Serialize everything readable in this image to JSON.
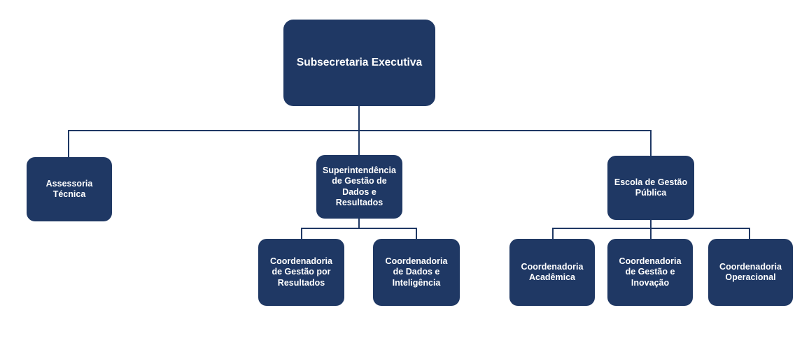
{
  "org_chart": {
    "root": {
      "label": "Subsecretaria Executiva"
    },
    "level2": [
      {
        "label": "Assessoria\nTécnica"
      },
      {
        "label": "Superintendência\nde Gestão de\nDados e\nResultados"
      },
      {
        "label": "Escola de Gestão\nPública"
      }
    ],
    "level3_superintendencia": [
      {
        "label": "Coordenadoria\nde Gestão por\nResultados"
      },
      {
        "label": "Coordenadoria\nde Dados e\nInteligência"
      }
    ],
    "level3_escola": [
      {
        "label": "Coordenadoria\nAcadêmica"
      },
      {
        "label": "Coordenadoria\nde Gestão e\nInovação"
      },
      {
        "label": "Coordenadoria\nOperacional"
      }
    ],
    "colors": {
      "box_fill": "#1F3864",
      "box_text": "#FFFFFF",
      "connector": "#1F3864",
      "background": "#FFFFFF"
    }
  }
}
